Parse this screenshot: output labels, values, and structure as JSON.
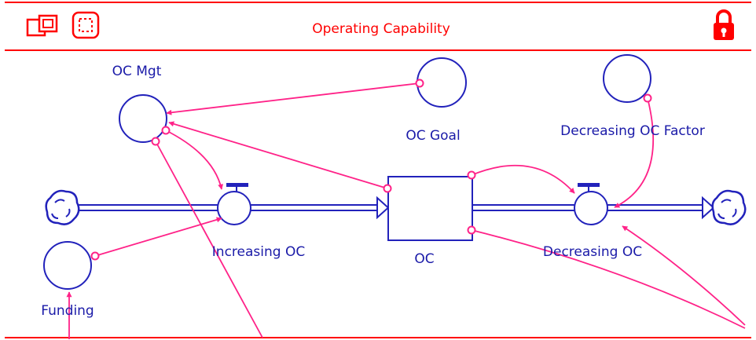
{
  "window": {
    "title": "Operating Capability",
    "accent": "#ff0000",
    "icons": [
      "copy-windows-icon",
      "frame-select-icon",
      "lock-icon"
    ]
  },
  "colors": {
    "structure": "#2222bb",
    "connector": "#ff2288"
  },
  "labels": {
    "oc_mgt": "OC Mgt",
    "oc_goal": "OC Goal",
    "decreasing_oc_factor": "Decreasing OC Factor",
    "increasing_oc": "Increasing OC",
    "oc": "OC",
    "decreasing_oc": "Decreasing OC",
    "funding": "Funding"
  }
}
